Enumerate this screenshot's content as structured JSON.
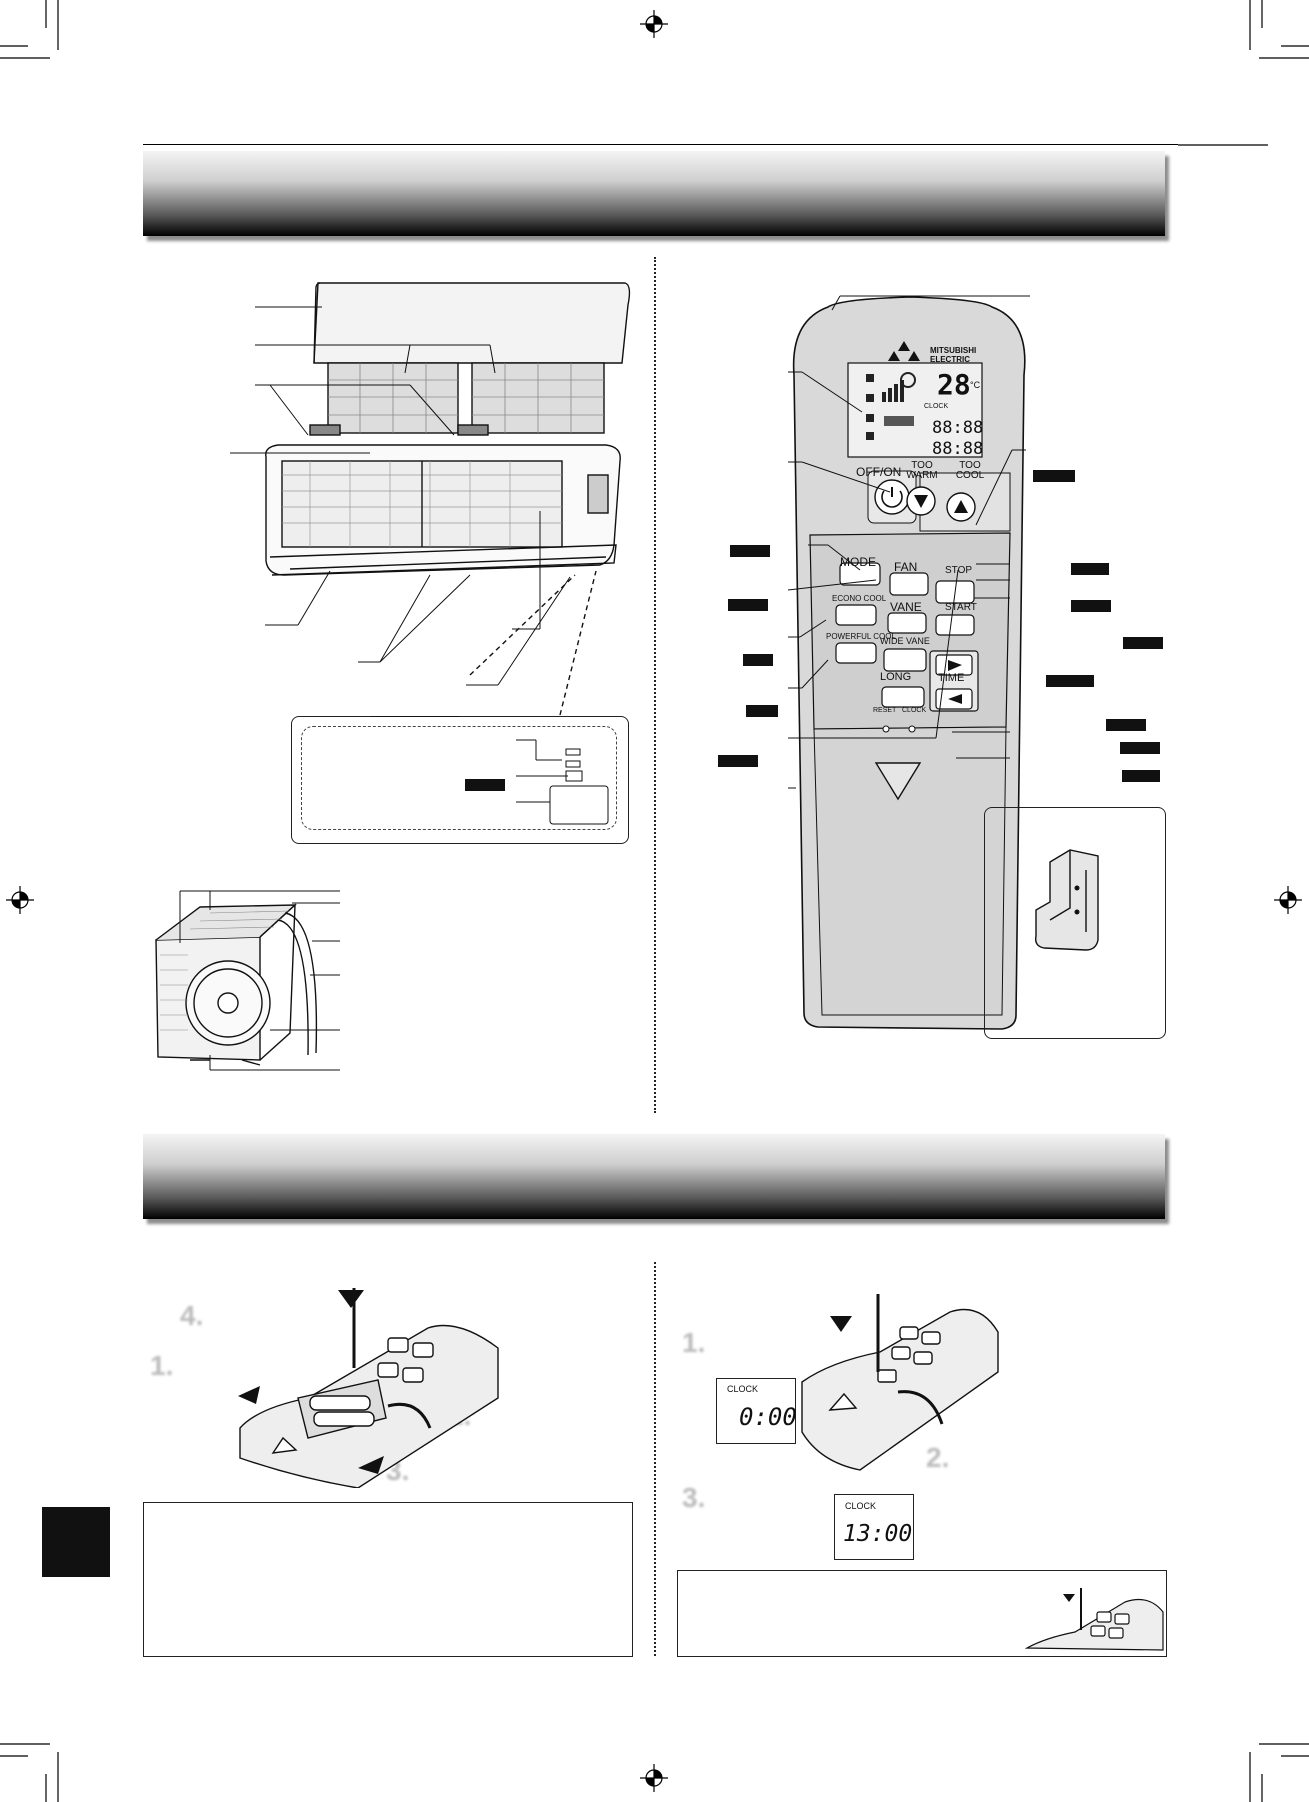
{
  "remote": {
    "brand_line1": "MITSUBISHI",
    "brand_line2": "ELECTRIC",
    "lcd_temp": "28",
    "lcd_temp_unit": "°C",
    "lcd_clock_label": "CLOCK",
    "lcd_time1": "88:88",
    "lcd_time2": "88:88",
    "btn_offon": "OFF/ON",
    "btn_too_warm": "TOO WARM",
    "btn_too_cool": "TOO COOL",
    "btn_mode": "MODE",
    "btn_fan": "FAN",
    "btn_stop": "STOP",
    "btn_start": "START",
    "btn_econo": "ECONO COOL",
    "btn_vane": "VANE",
    "btn_powerful": "POWERFUL COOL",
    "btn_wide_vane": "WIDE VANE",
    "btn_time": "TIME",
    "btn_long": "LONG",
    "btn_reset": "RESET",
    "btn_clock": "CLOCK"
  },
  "battery": {
    "steps": [
      "4.",
      "1.",
      "2.",
      "3."
    ]
  },
  "clock": {
    "steps": [
      "1.",
      "2.",
      "3."
    ],
    "lcd1_label": "CLOCK",
    "lcd1_value": "0:00",
    "lcd2_label": "CLOCK",
    "lcd2_value": "13:00"
  }
}
